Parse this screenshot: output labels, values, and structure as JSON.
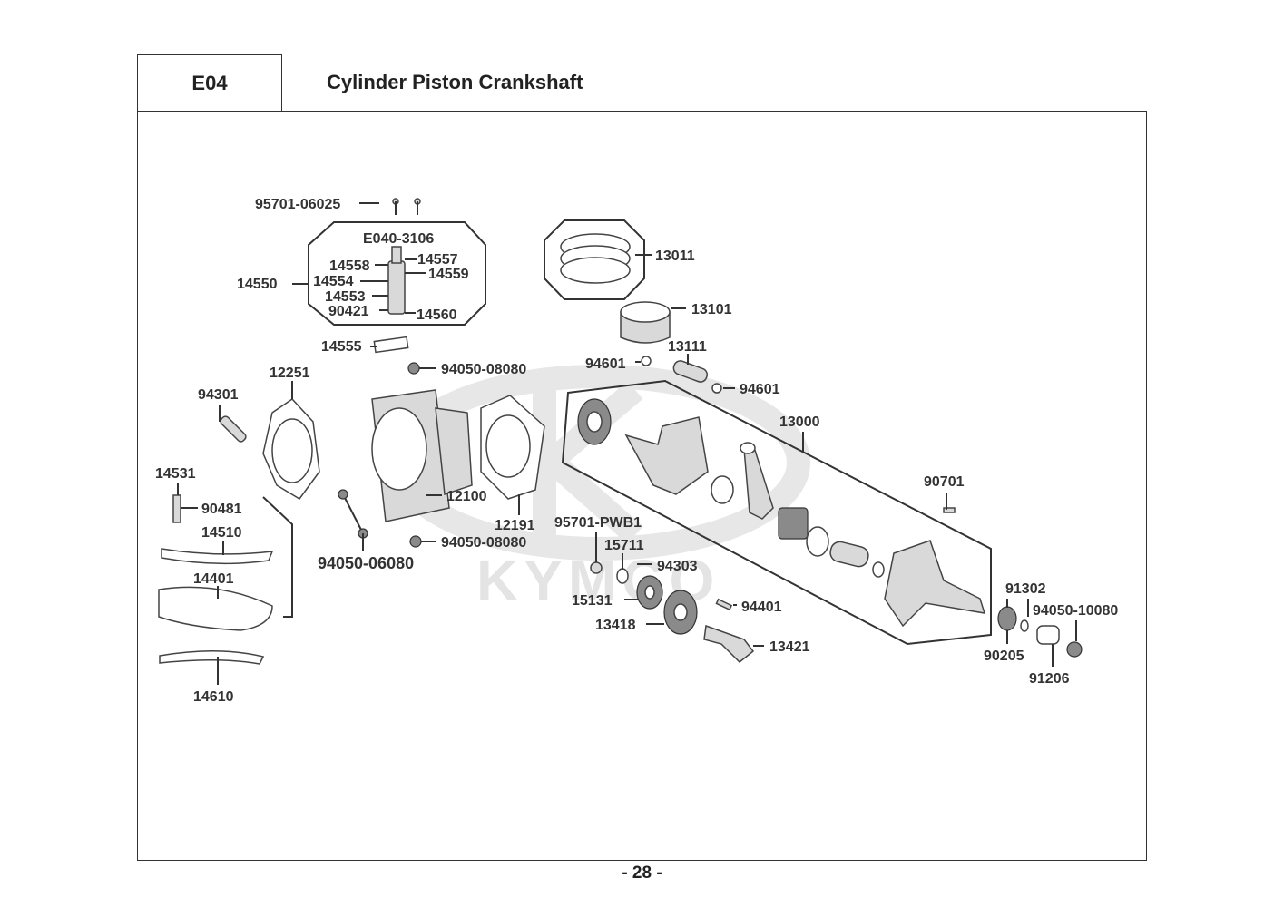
{
  "header": {
    "code": "E04",
    "title": "Cylinder  Piston  Crankshaft"
  },
  "watermark": "KYMCO",
  "page_number": "- 28 -",
  "callouts": {
    "p95701_06025": "95701-06025",
    "e040_3106": "E040-3106",
    "p14557": "14557",
    "p14558": "14558",
    "p14559": "14559",
    "p14554": "14554",
    "p14550": "14550",
    "p14553": "14553",
    "p90421": "90421",
    "p14560": "14560",
    "p14555": "14555",
    "p94050_08080_top": "94050-08080",
    "p12251": "12251",
    "p94301": "94301",
    "p14531": "14531",
    "p90481": "90481",
    "p14510": "14510",
    "p14401": "14401",
    "p14610": "14610",
    "p12100": "12100",
    "p12191": "12191",
    "p94050_06080": "94050-06080",
    "p94050_08080_bot": "94050-08080",
    "p13011": "13011",
    "p13101": "13101",
    "p13111": "13111",
    "p94601_left": "94601",
    "p94601_right": "94601",
    "p13000": "13000",
    "p90701": "90701",
    "p95701_pwb1": "95701-PWB1",
    "p15711": "15711",
    "p94303": "94303",
    "p15131": "15131",
    "p13418": "13418",
    "p94401": "94401",
    "p13421": "13421",
    "p91302": "91302",
    "p94050_10080": "94050-10080",
    "p90205": "90205",
    "p91206": "91206"
  },
  "colors": {
    "line": "#333333",
    "part_fill": "#d9d9d9",
    "watermark": "#cfcfcf"
  }
}
